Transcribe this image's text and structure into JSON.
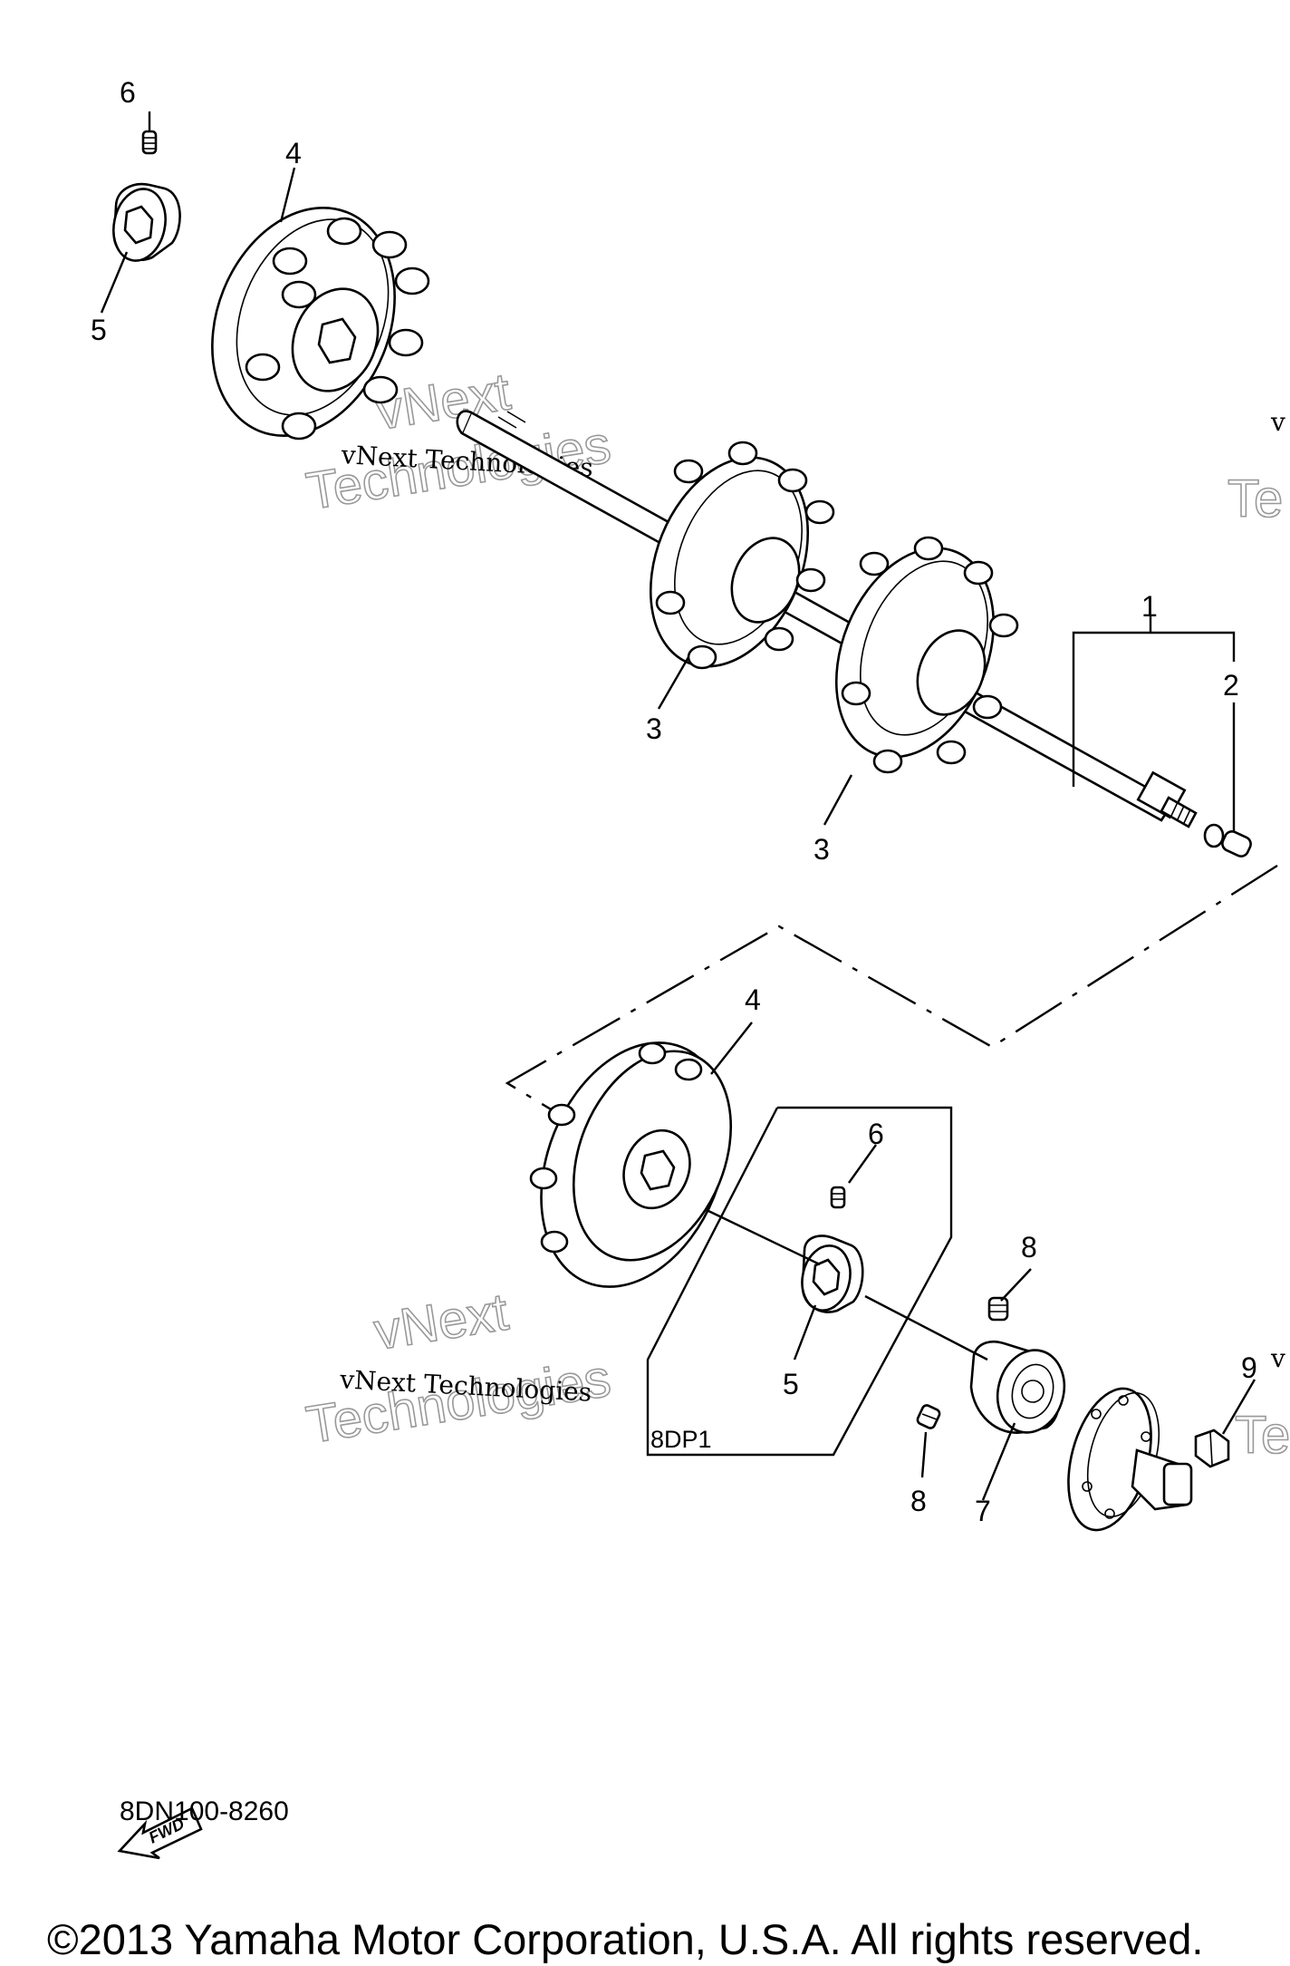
{
  "callouts": {
    "c1": "1",
    "c2": "2",
    "c3a": "3",
    "c3b": "3",
    "c4a": "4",
    "c4b": "4",
    "c5a": "5",
    "c5b": "5",
    "c6a": "6",
    "c6b": "6",
    "c7": "7",
    "c8a": "8",
    "c8b": "8",
    "c9": "9"
  },
  "group_label": "8DP1",
  "fwd_label": "FWD",
  "part_number": "8DN100-8260",
  "copyright": "©2013 Yamaha Motor Corporation, U.S.A. All rights reserved.",
  "watermark": {
    "line1": "vNext",
    "line2": "Technologies",
    "small": "vNext Technologies",
    "edge_v": "v",
    "edge_te": "Te"
  }
}
